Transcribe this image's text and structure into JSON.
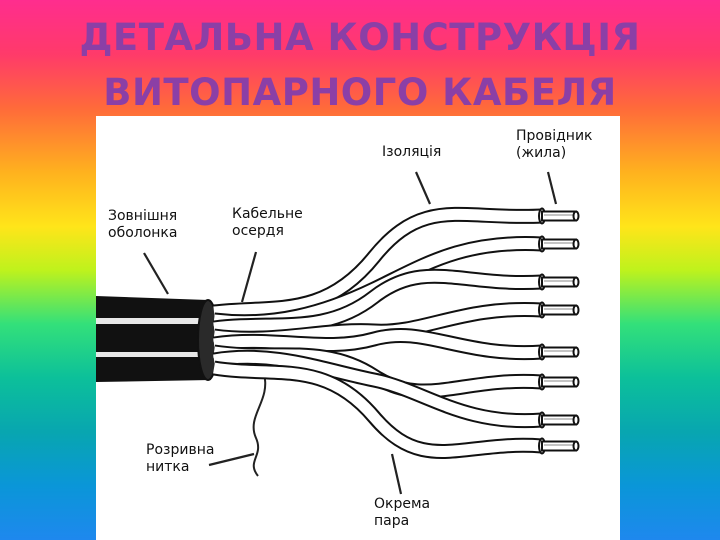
{
  "title": {
    "line1": "ДЕТАЛЬНА КОНСТРУКЦІЯ",
    "line2": "ВИТОПАРНОГО КАБЕЛЯ"
  },
  "diagram": {
    "labels": {
      "outer_sheath": [
        "Зовнішня",
        "оболонка"
      ],
      "cable_core": [
        "Кабельне",
        "осердя"
      ],
      "insulation": [
        "Ізоляція"
      ],
      "conductor": [
        "Провідник",
        "(жила)"
      ],
      "ripcord": [
        "Розривна",
        "нитка"
      ],
      "single_pair": [
        "Окрема",
        "пара"
      ]
    }
  }
}
